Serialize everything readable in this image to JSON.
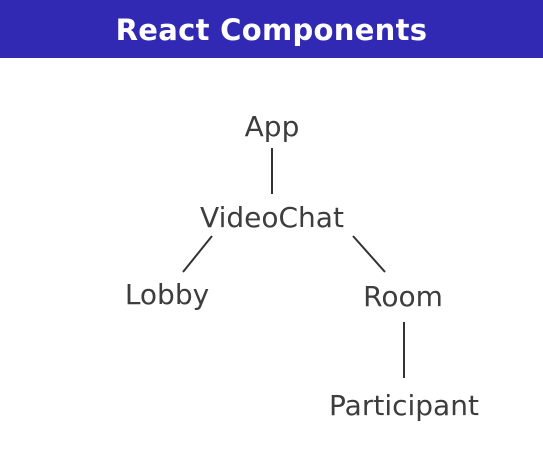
{
  "header": {
    "title": "React Components",
    "background_color": "#3128b3",
    "text_color": "#ffffff"
  },
  "tree": {
    "nodes": {
      "app": "App",
      "videochat": "VideoChat",
      "lobby": "Lobby",
      "room": "Room",
      "participant": "Participant"
    },
    "edges": [
      [
        "app",
        "videochat"
      ],
      [
        "videochat",
        "lobby"
      ],
      [
        "videochat",
        "room"
      ],
      [
        "room",
        "participant"
      ]
    ],
    "text_color": "#3d3d3d",
    "line_color": "#333333"
  }
}
